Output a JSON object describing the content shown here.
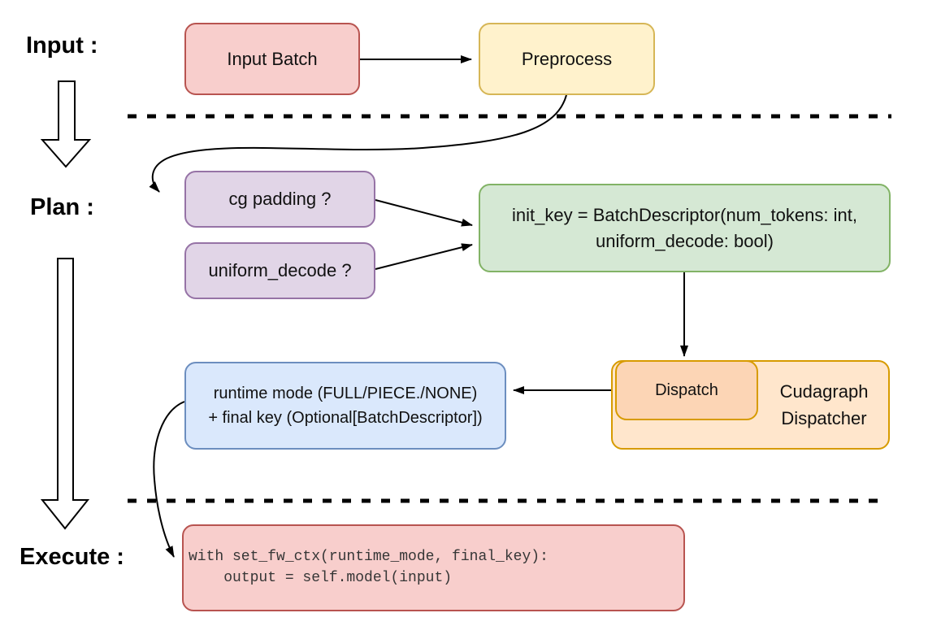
{
  "labels": {
    "input": "Input :",
    "plan": "Plan :",
    "execute": "Execute :"
  },
  "nodes": {
    "input_batch": {
      "label": "Input Batch"
    },
    "preprocess": {
      "label": "Preprocess"
    },
    "cg_padding": {
      "label": "cg padding ?"
    },
    "uniform_decode": {
      "label": "uniform_decode ?"
    },
    "init_key": {
      "line1": "init_key = BatchDescriptor(num_tokens: int,",
      "line2": "uniform_decode: bool)"
    },
    "runtime_mode": {
      "line1": "runtime mode (FULL/PIECE./NONE)",
      "line2": "+ final key (Optional[BatchDescriptor])"
    },
    "dispatch": {
      "label": "Dispatch"
    },
    "cudagraph_dispatcher": {
      "label": "Cudagraph Dispatcher"
    },
    "execute_code": {
      "line1": "with set_fw_ctx(runtime_mode, final_key):",
      "line2": "    output = self.model(input)"
    }
  },
  "colors": {
    "red_fill": "#f8cecc",
    "red_stroke": "#b85450",
    "yellow_fill": "#fff2cc",
    "yellow_stroke": "#d6b656",
    "purple_fill": "#e1d5e7",
    "purple_stroke": "#9673a6",
    "green_fill": "#d5e8d4",
    "green_stroke": "#82b366",
    "blue_fill": "#dae8fc",
    "blue_stroke": "#6c8ebf",
    "orange_fill": "#ffe6cc",
    "orange_stroke": "#d79b00",
    "peach_fill": "#fcd5b5",
    "line_color": "#000000"
  }
}
